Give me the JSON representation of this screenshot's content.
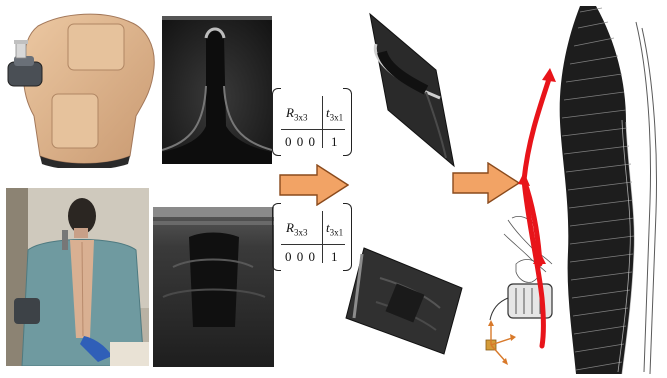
{
  "matrices": [
    {
      "rotation": {
        "symbol": "R",
        "sub": "3x3"
      },
      "translation": {
        "symbol": "t",
        "sub": "3x1"
      },
      "bottom_left": "0 0 0",
      "bottom_right": "1"
    },
    {
      "rotation": {
        "symbol": "R",
        "sub": "3x3"
      },
      "translation": {
        "symbol": "t",
        "sub": "3x1"
      },
      "bottom_left": "0 0 0",
      "bottom_right": "1"
    }
  ],
  "colors": {
    "arrow_fill": "#f2a365",
    "arrow_stroke": "#8a4a1c",
    "trajectory_red": "#e8141a",
    "ultrasound_bg": "#1a1a1a"
  },
  "icons": {
    "probe_axes": "coordinate-axes-icon",
    "probe": "ultrasound-probe-icon"
  }
}
